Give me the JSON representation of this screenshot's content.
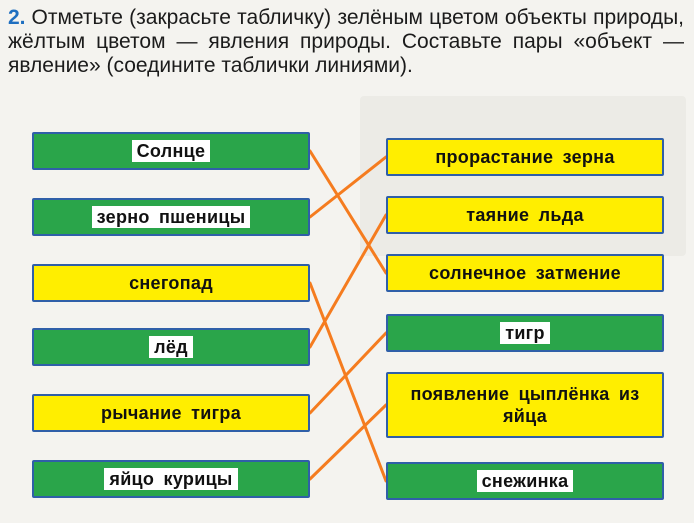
{
  "task": {
    "number": "2.",
    "text": "Отметьте (закрасьте табличку) зелёным цветом объекты природы, жёлтым цветом — явления природы. Составьте пары «объект — явление» (соедините таблички линиями)."
  },
  "left_cards": [
    {
      "id": "L1",
      "label": "Солнце",
      "color": "green"
    },
    {
      "id": "L2",
      "label": "зерно пшеницы",
      "color": "green"
    },
    {
      "id": "L3",
      "label": "снегопад",
      "color": "yellow"
    },
    {
      "id": "L4",
      "label": "лёд",
      "color": "green"
    },
    {
      "id": "L5",
      "label": "рычание тигра",
      "color": "yellow"
    },
    {
      "id": "L6",
      "label": "яйцо курицы",
      "color": "green"
    }
  ],
  "right_cards": [
    {
      "id": "R1",
      "label": "прорастание зерна",
      "color": "yellow"
    },
    {
      "id": "R2",
      "label": "таяние льда",
      "color": "yellow"
    },
    {
      "id": "R3",
      "label": "солнечное затмение",
      "color": "yellow"
    },
    {
      "id": "R4",
      "label": "тигр",
      "color": "green"
    },
    {
      "id": "R5",
      "label": "появление цыплёнка из яйца",
      "color": "yellow"
    },
    {
      "id": "R6",
      "label": "снежинка",
      "color": "green"
    }
  ],
  "connections": [
    [
      "L1",
      "R3"
    ],
    [
      "L2",
      "R1"
    ],
    [
      "L3",
      "R6"
    ],
    [
      "L4",
      "R2"
    ],
    [
      "L5",
      "R4"
    ],
    [
      "L6",
      "R5"
    ]
  ],
  "colors": {
    "green": "#2aa54a",
    "yellow": "#ffee00",
    "border": "#2f5fa8",
    "line": "#f57c1f",
    "task_number": "#1f6fc0"
  }
}
